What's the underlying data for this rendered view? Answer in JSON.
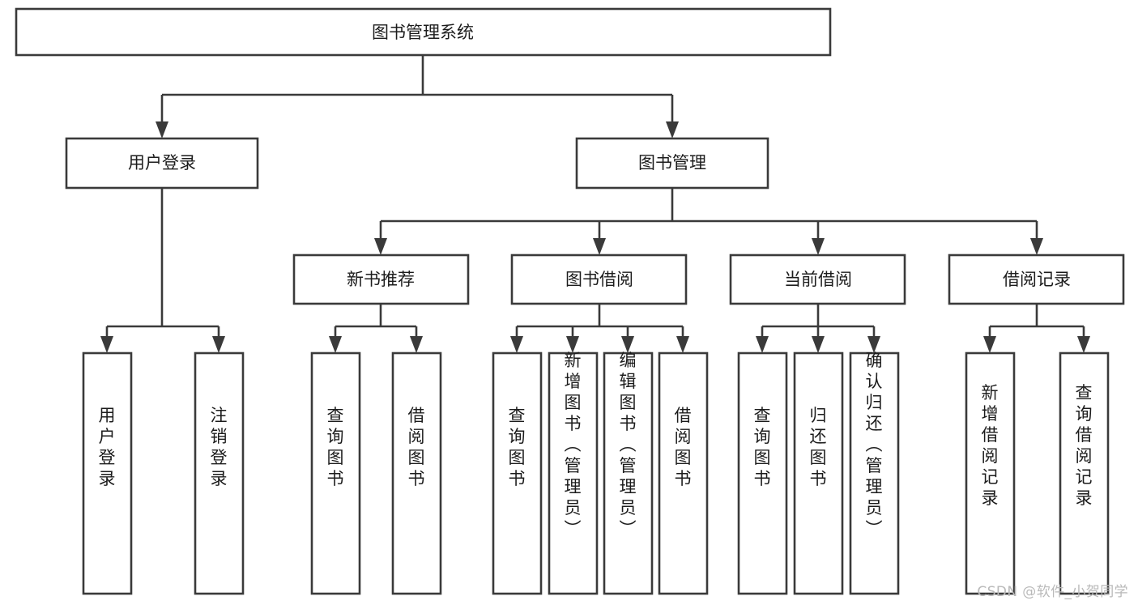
{
  "diagram": {
    "type": "tree-hierarchy",
    "title": "图书管理系统",
    "root": {
      "id": "root",
      "label": "图书管理系统",
      "level": 0
    },
    "nodes": [
      {
        "id": "n0",
        "label": "图书管理系统",
        "level": 0,
        "parent": null,
        "orientation": "horizontal"
      },
      {
        "id": "n1",
        "label": "用户登录",
        "level": 1,
        "parent": "n0",
        "orientation": "horizontal"
      },
      {
        "id": "n2",
        "label": "图书管理",
        "level": 1,
        "parent": "n0",
        "orientation": "horizontal"
      },
      {
        "id": "n3",
        "label": "新书推荐",
        "level": 2,
        "parent": "n2",
        "orientation": "horizontal"
      },
      {
        "id": "n4",
        "label": "图书借阅",
        "level": 2,
        "parent": "n2",
        "orientation": "horizontal"
      },
      {
        "id": "n5",
        "label": "当前借阅",
        "level": 2,
        "parent": "n2",
        "orientation": "horizontal"
      },
      {
        "id": "n6",
        "label": "借阅记录",
        "level": 2,
        "parent": "n2",
        "orientation": "horizontal"
      },
      {
        "id": "n7",
        "label": "用户登录",
        "level": 2,
        "parent": "n1",
        "orientation": "vertical"
      },
      {
        "id": "n8",
        "label": "注销登录",
        "level": 2,
        "parent": "n1",
        "orientation": "vertical"
      },
      {
        "id": "n9",
        "label": "查询图书",
        "level": 3,
        "parent": "n3",
        "orientation": "vertical"
      },
      {
        "id": "n10",
        "label": "借阅图书",
        "level": 3,
        "parent": "n3",
        "orientation": "vertical"
      },
      {
        "id": "n11",
        "label": "查询图书",
        "level": 3,
        "parent": "n4",
        "orientation": "vertical"
      },
      {
        "id": "n12",
        "label": "新增图书（管理员）",
        "level": 3,
        "parent": "n4",
        "orientation": "vertical"
      },
      {
        "id": "n13",
        "label": "编辑图书（管理员）",
        "level": 3,
        "parent": "n4",
        "orientation": "vertical"
      },
      {
        "id": "n14",
        "label": "借阅图书",
        "level": 3,
        "parent": "n4",
        "orientation": "vertical"
      },
      {
        "id": "n15",
        "label": "查询图书",
        "level": 3,
        "parent": "n5",
        "orientation": "vertical"
      },
      {
        "id": "n16",
        "label": "归还图书",
        "level": 3,
        "parent": "n5",
        "orientation": "vertical"
      },
      {
        "id": "n17",
        "label": "确认归还（管理员）",
        "level": 3,
        "parent": "n5",
        "orientation": "vertical"
      },
      {
        "id": "n18",
        "label": "新增借阅记录",
        "level": 3,
        "parent": "n6",
        "orientation": "vertical"
      },
      {
        "id": "n19",
        "label": "查询借阅记录",
        "level": 3,
        "parent": "n6",
        "orientation": "vertical"
      }
    ],
    "colors": {
      "box_fill": "#ffffff",
      "box_stroke": "#3a3a3a",
      "text": "#1c1c1c",
      "background": "#ffffff",
      "watermark": "#b9b9b9"
    }
  },
  "watermark": {
    "text": "CSDN @软件_小贺同学"
  }
}
